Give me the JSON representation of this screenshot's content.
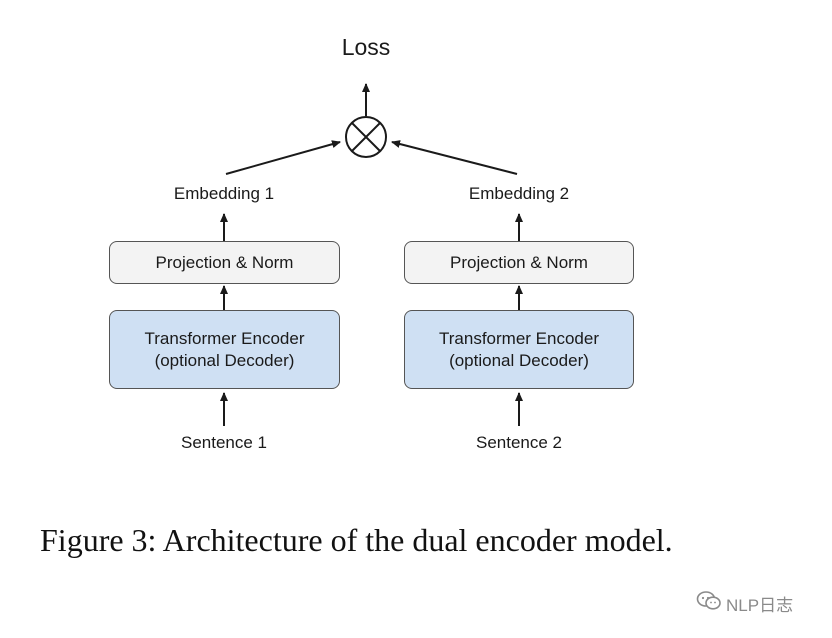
{
  "diagram": {
    "loss": "Loss",
    "left": {
      "embedding": "Embedding 1",
      "projection": "Projection & Norm",
      "encoder_line1": "Transformer Encoder",
      "encoder_line2": "(optional Decoder)",
      "sentence": "Sentence 1"
    },
    "right": {
      "embedding": "Embedding 2",
      "projection": "Projection & Norm",
      "encoder_line1": "Transformer Encoder",
      "encoder_line2": "(optional Decoder)",
      "sentence": "Sentence 2"
    },
    "combine_symbol": "⊗"
  },
  "caption": "Figure 3: Architecture of the dual encoder model.",
  "watermark": {
    "icon": "wechat-icon",
    "text": "NLP日志"
  },
  "colors": {
    "encoder_fill": "#cfe0f3",
    "projection_fill": "#f3f3f3",
    "line": "#1a1a1a"
  }
}
